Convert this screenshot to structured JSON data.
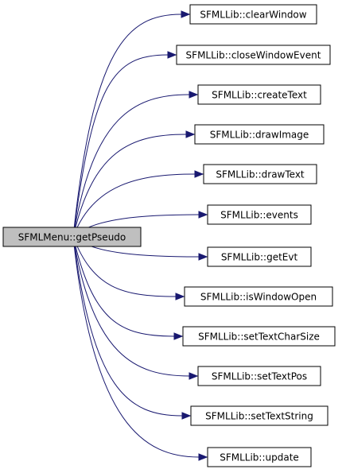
{
  "graph": {
    "colors": {
      "source_fill": "#bfbfbf",
      "node_fill": "#ffffff",
      "node_border": "#000000",
      "edge": "#191970"
    },
    "source": {
      "label": "SFMLMenu::getPseudo"
    },
    "callees": [
      {
        "label": "SFMLLib::clearWindow"
      },
      {
        "label": "SFMLLib::closeWindowEvent"
      },
      {
        "label": "SFMLLib::createText"
      },
      {
        "label": "SFMLLib::drawImage"
      },
      {
        "label": "SFMLLib::drawText"
      },
      {
        "label": "SFMLLib::events"
      },
      {
        "label": "SFMLLib::getEvt"
      },
      {
        "label": "SFMLLib::isWindowOpen"
      },
      {
        "label": "SFMLLib::setTextCharSize"
      },
      {
        "label": "SFMLLib::setTextPos"
      },
      {
        "label": "SFMLLib::setTextString"
      },
      {
        "label": "SFMLLib::update"
      }
    ]
  }
}
